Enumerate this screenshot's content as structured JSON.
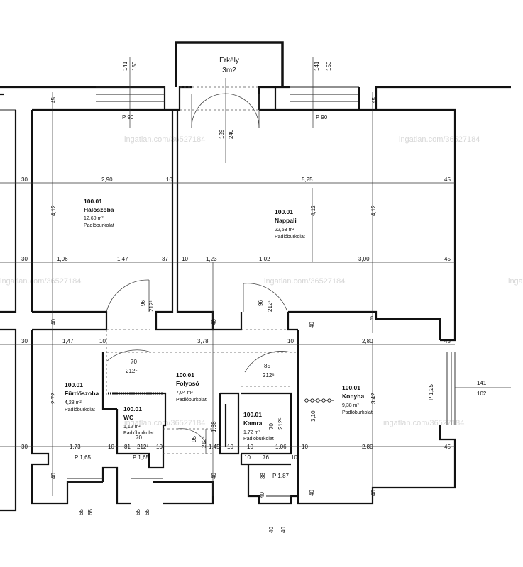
{
  "balcony": {
    "name": "Erkély",
    "area": "3m2"
  },
  "watermark": "ingatlan.com/36527184",
  "rooms": [
    {
      "id": "100.01",
      "name": "Hálószoba",
      "area": "12,60 m²",
      "floor": "Padlóburkolat"
    },
    {
      "id": "100.01",
      "name": "Nappali",
      "area": "22,53 m²",
      "floor": "Padlóburkolat"
    },
    {
      "id": "100.01",
      "name": "Fürdőszoba",
      "area": "4,28 m²",
      "floor": "Padlóburkolat"
    },
    {
      "id": "100.01",
      "name": "Folyosó",
      "area": "7,04 m²",
      "floor": "Padlóburkolat"
    },
    {
      "id": "100.01",
      "name": "WC",
      "area": "1,12 m²",
      "floor": "Padlóburkolat"
    },
    {
      "id": "100.01",
      "name": "Kamra",
      "area": "1,72 m²",
      "floor": "Padlóburkolat"
    },
    {
      "id": "100.01",
      "name": "Konyha",
      "area": "9,38 m²",
      "floor": "Padlóburkolat"
    }
  ],
  "labels": {
    "p90": "P 90",
    "p165": "P 1,65",
    "p187": "P 1,87",
    "p125": "P 1,25",
    "d141": "141",
    "d150": "150",
    "d139": "139",
    "d240": "240",
    "d45": "45",
    "d30": "30",
    "d290": "2,90",
    "d10": "10",
    "d525": "5,25",
    "d412": "4,12",
    "d106": "1,06",
    "d147": "1,47",
    "d37": "37",
    "d123": "1,23",
    "d102": "1,02",
    "d300": "3,00",
    "d96": "96",
    "d212": "212⁵",
    "d40": "40",
    "d378": "3,78",
    "d280": "2,80",
    "d8": "8",
    "d70": "70",
    "d85": "85",
    "d272": "2,72",
    "d342": "3,42",
    "d310": "3,10",
    "d102b": "102",
    "d138": "1,38",
    "d95": "95",
    "d173": "1,73",
    "d81": "81",
    "d145": "1,45",
    "d76": "76",
    "d65": "65",
    "d38": "38"
  }
}
